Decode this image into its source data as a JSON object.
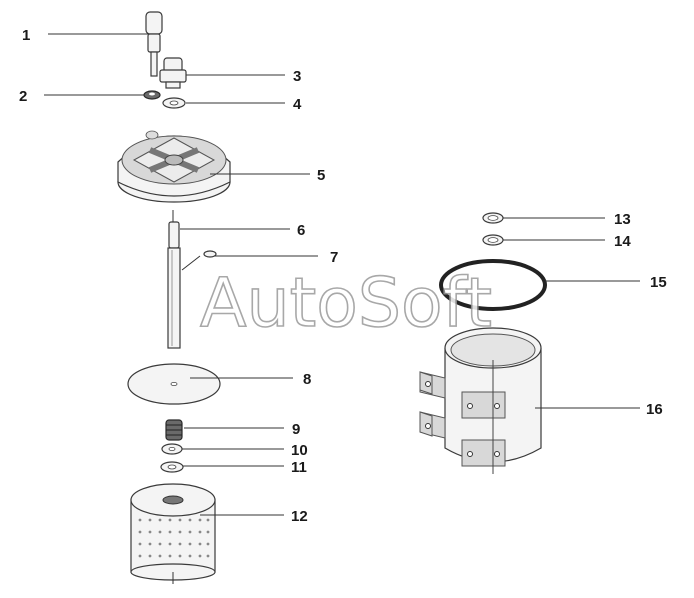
{
  "callouts": [
    "1",
    "2",
    "3",
    "4",
    "5",
    "6",
    "7",
    "8",
    "9",
    "10",
    "11",
    "12",
    "13",
    "14",
    "15",
    "16"
  ],
  "watermark": "AutoSoft",
  "colors": {
    "line": "#333333",
    "part_fill": "#f4f4f4",
    "shade": "#d8d8d8",
    "watermark_stroke": "#9a9a9a"
  }
}
